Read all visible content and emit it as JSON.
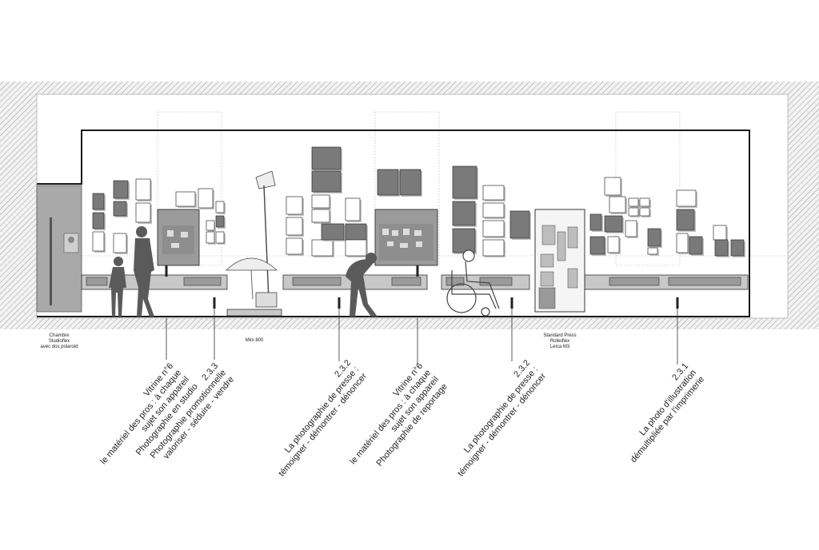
{
  "equipment_labels": {
    "chambre": "Chambre\nStudioflex\navec dos polaroid",
    "mini": "Mini 800",
    "press": "Standard Press\nRolleiflex\nLeica M3"
  },
  "annotations": [
    {
      "text": "Vitrine n°6\nle matériel des pros : à chaque\nsujet son appareil\nPhotographie en studio"
    },
    {
      "text": "2.3.3\nPhotographie promotionnelle\nvaloriser - séduire - vendre"
    },
    {
      "text": "2.3.2\nLa photographie de presse :\ntémoigner - démontrer - dénoncer"
    },
    {
      "text": "Vitrine n°6\nle matériel des pros : à chaque\nsujet son appareil\nPhotographie de reportage"
    },
    {
      "text": "2.3.2\nLa photographie de presse :\ntémoigner - démontrer - dénoncer"
    },
    {
      "text": "2.3.1\nLa photo d'illustration\ndémultipliée par l'imprimerie"
    }
  ],
  "colors": {
    "wall_hatch": "#bdbdbd",
    "frame_dark": "#7a7a7a",
    "frame_light": "#ffffff",
    "silhouette": "#5a5a5a",
    "outline": "#1a1a1a"
  }
}
